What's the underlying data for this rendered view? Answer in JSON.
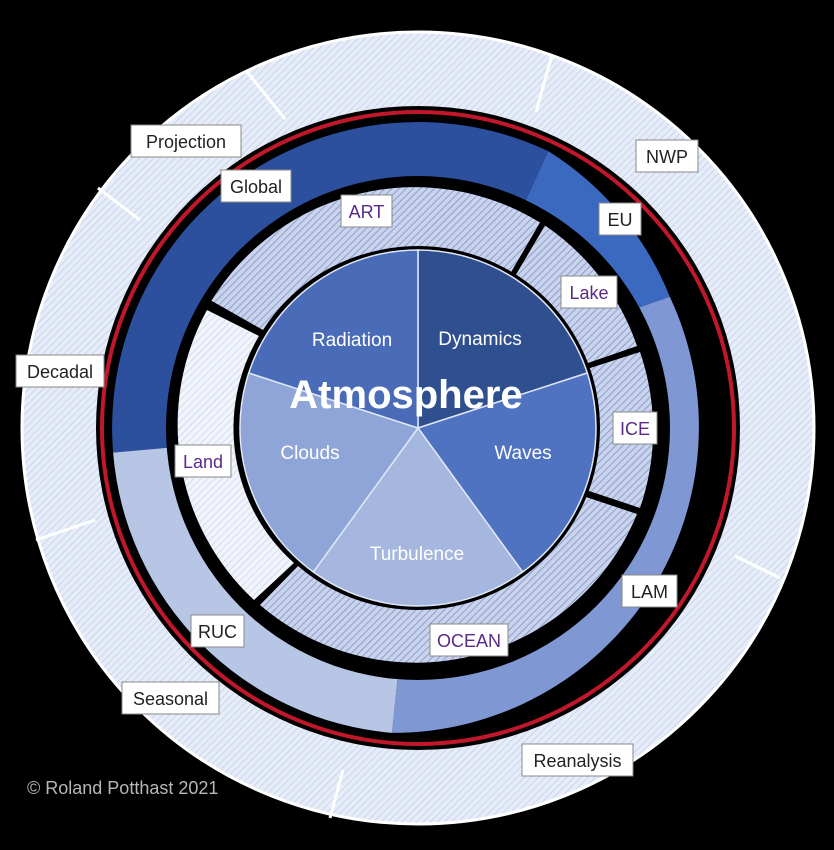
{
  "title": "Atmosphere",
  "core_sectors": {
    "dynamics": "Dynamics",
    "waves": "Waves",
    "turbulence": "Turbulence",
    "clouds": "Clouds",
    "radiation": "Radiation"
  },
  "coupling_ring": {
    "art": "ART",
    "lake": "Lake",
    "ice": "ICE",
    "ocean": "OCEAN",
    "land": "Land"
  },
  "domain_ring": {
    "global": "Global",
    "eu": "EU",
    "lam": "LAM",
    "ruc": "RUC"
  },
  "timescale_ring": {
    "projection": "Projection",
    "nwp": "NWP",
    "decadal": "Decadal",
    "seasonal": "Seasonal",
    "reanalysis": "Reanalysis"
  },
  "copyright": "© Roland Potthast 2021",
  "colors": {
    "background": "#000000",
    "outer_ring": "#dde6f6",
    "accent_red": "#c0172b",
    "global": "#2c4f9e",
    "eu": "#3a69bf",
    "lam": "#7f98d4",
    "ruc": "#b8c6e6",
    "dynamics": "#2f4f8f",
    "radiation": "#4a6bb8",
    "waves": "#4f73c0",
    "turbulence": "#a5b6df",
    "clouds": "#8fa5d8",
    "label_text_purple": "#5a2a8a"
  }
}
